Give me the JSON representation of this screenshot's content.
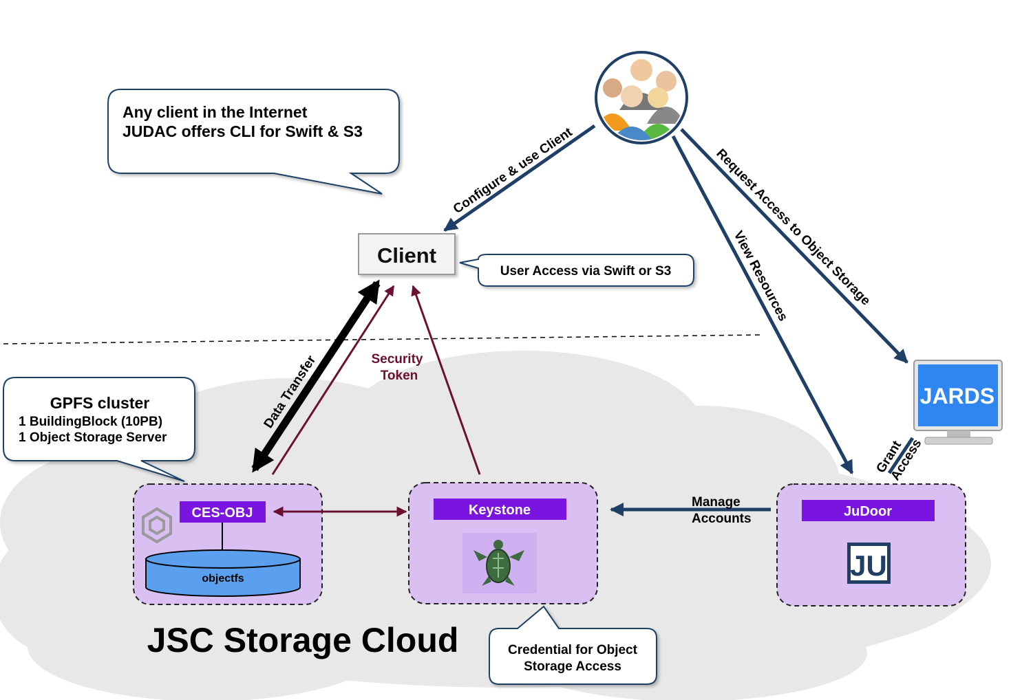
{
  "cloud": {
    "title": "JSC Storage Cloud"
  },
  "callouts": {
    "internet": {
      "line1": "Any client in the Internet",
      "line2": "JUDAC offers CLI for Swift & S3"
    },
    "gpfs": {
      "title": "GPFS cluster",
      "line1": "1 BuildingBlock (10PB)",
      "line2": "1 Object Storage Server"
    },
    "user_access": {
      "text": "User Access via Swift or S3"
    },
    "credential": {
      "line1": "Credential for Object",
      "line2": "Storage Access"
    }
  },
  "nodes": {
    "client": {
      "label": "Client"
    },
    "ces_obj": {
      "label": "CES-OBJ",
      "storage_label": "objectfs"
    },
    "keystone": {
      "label": "Keystone"
    },
    "judoor": {
      "label": "JuDoor",
      "logo_text": "JU"
    },
    "jards": {
      "label": "JARDS"
    }
  },
  "edges": {
    "configure": "Configure & use Client",
    "request": "Request Access to Object Storage",
    "view": "View Resources",
    "grant_1": "Grant",
    "grant_2": "Access",
    "data_transfer": "Data Transfer",
    "security_1": "Security",
    "security_2": "Token",
    "manage_1": "Manage",
    "manage_2": "Accounts"
  },
  "colors": {
    "navy": "#1f3f66",
    "maroon": "#6b1030",
    "purple_label": "#7a14e0",
    "purple_panel": "#d9bff2",
    "cloud_gray": "#e6e6e6",
    "cylinder_blue": "#5aa0ee",
    "jards_blue": "#2f86f0"
  },
  "icons": {
    "users": "users-group-icon",
    "turtle": "turtle-icon",
    "hexagon": "hexagon-icon",
    "monitor": "monitor-icon",
    "judoor_logo": "judoor-logo-icon"
  }
}
